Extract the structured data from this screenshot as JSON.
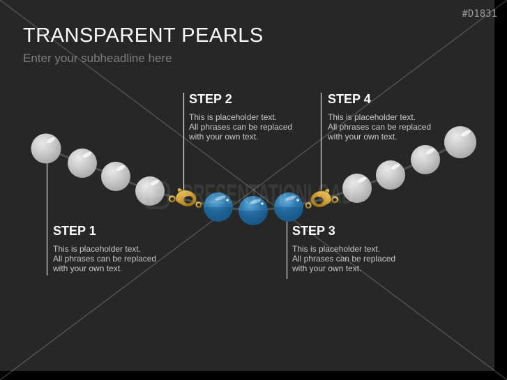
{
  "slide": {
    "id_tag": "#D1831",
    "title": "TRANSPARENT PEARLS",
    "subheadline": "Enter your subheadline here"
  },
  "steps": [
    {
      "label": "STEP 1",
      "body": [
        "This is placeholder text.",
        "All phrases can be replaced",
        "with your own text."
      ]
    },
    {
      "label": "STEP 2",
      "body": [
        "This is placeholder text.",
        "All phrases can be replaced",
        "with your own text."
      ]
    },
    {
      "label": "STEP 3",
      "body": [
        "This is placeholder text.",
        "All phrases can be replaced",
        "with your own text."
      ]
    },
    {
      "label": "STEP 4",
      "body": [
        "This is placeholder text.",
        "All phrases can be replaced",
        "with your own text."
      ]
    }
  ],
  "watermark": {
    "text": "PRESENTATIONLOAD"
  },
  "diagram": {
    "pearl_groups": [
      {
        "name": "left-gray-pearls",
        "count": 4,
        "color": "#c6c6c6"
      },
      {
        "name": "center-blue-pearls",
        "count": 3,
        "color": "#2d79ae"
      },
      {
        "name": "right-gray-pearls",
        "count": 4,
        "color": "#c6c6c6"
      }
    ],
    "clasp_count": 2
  },
  "colors": {
    "slide_background": "#272727",
    "frame_black": "#000000",
    "title_text": "#fdfdfd",
    "subheadline_text": "#7d7d7d",
    "step_label_text": "#ffffff",
    "step_body_text": "#c9c9c9",
    "connector_line": "#e3e3e3",
    "string_line": "#4d4d4d",
    "pearl_gray": "#c6c6c6",
    "pearl_blue": "#2d79ae",
    "clasp_gold": "#c79a2e",
    "id_tag_text": "#9c9c9c"
  }
}
